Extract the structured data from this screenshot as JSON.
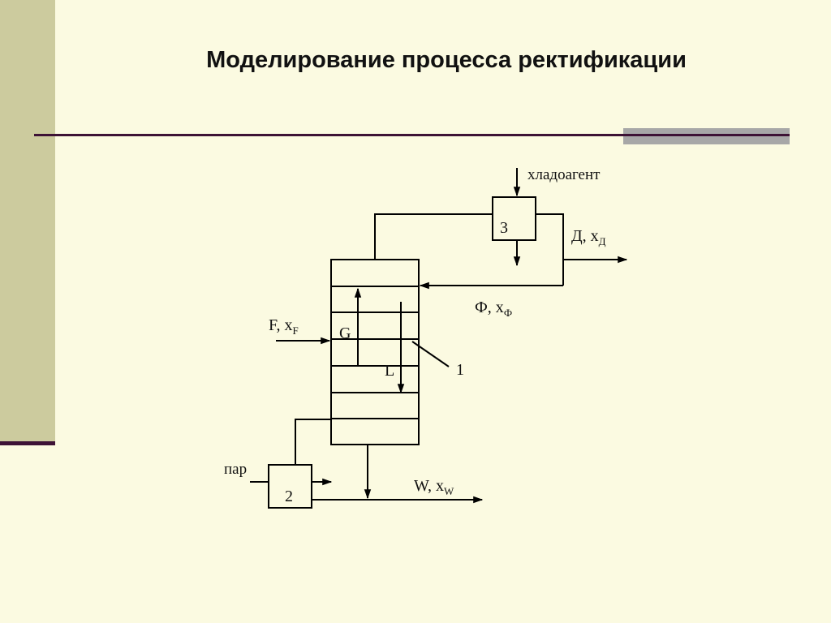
{
  "title": "Моделирование процесса ректификации",
  "labels": {
    "coolant": "хладоагент",
    "unit3": "3",
    "distillate": "Д, x",
    "distillate_sub": "Д",
    "reflux": "Ф, x",
    "reflux_sub": "Ф",
    "feed": "F, x",
    "feed_sub": "F",
    "vapor_flow": "G",
    "liquid_flow": "L",
    "column_num": "1",
    "steam": "пар",
    "unit2": "2",
    "bottoms": "W, x",
    "bottoms_sub": "W"
  }
}
